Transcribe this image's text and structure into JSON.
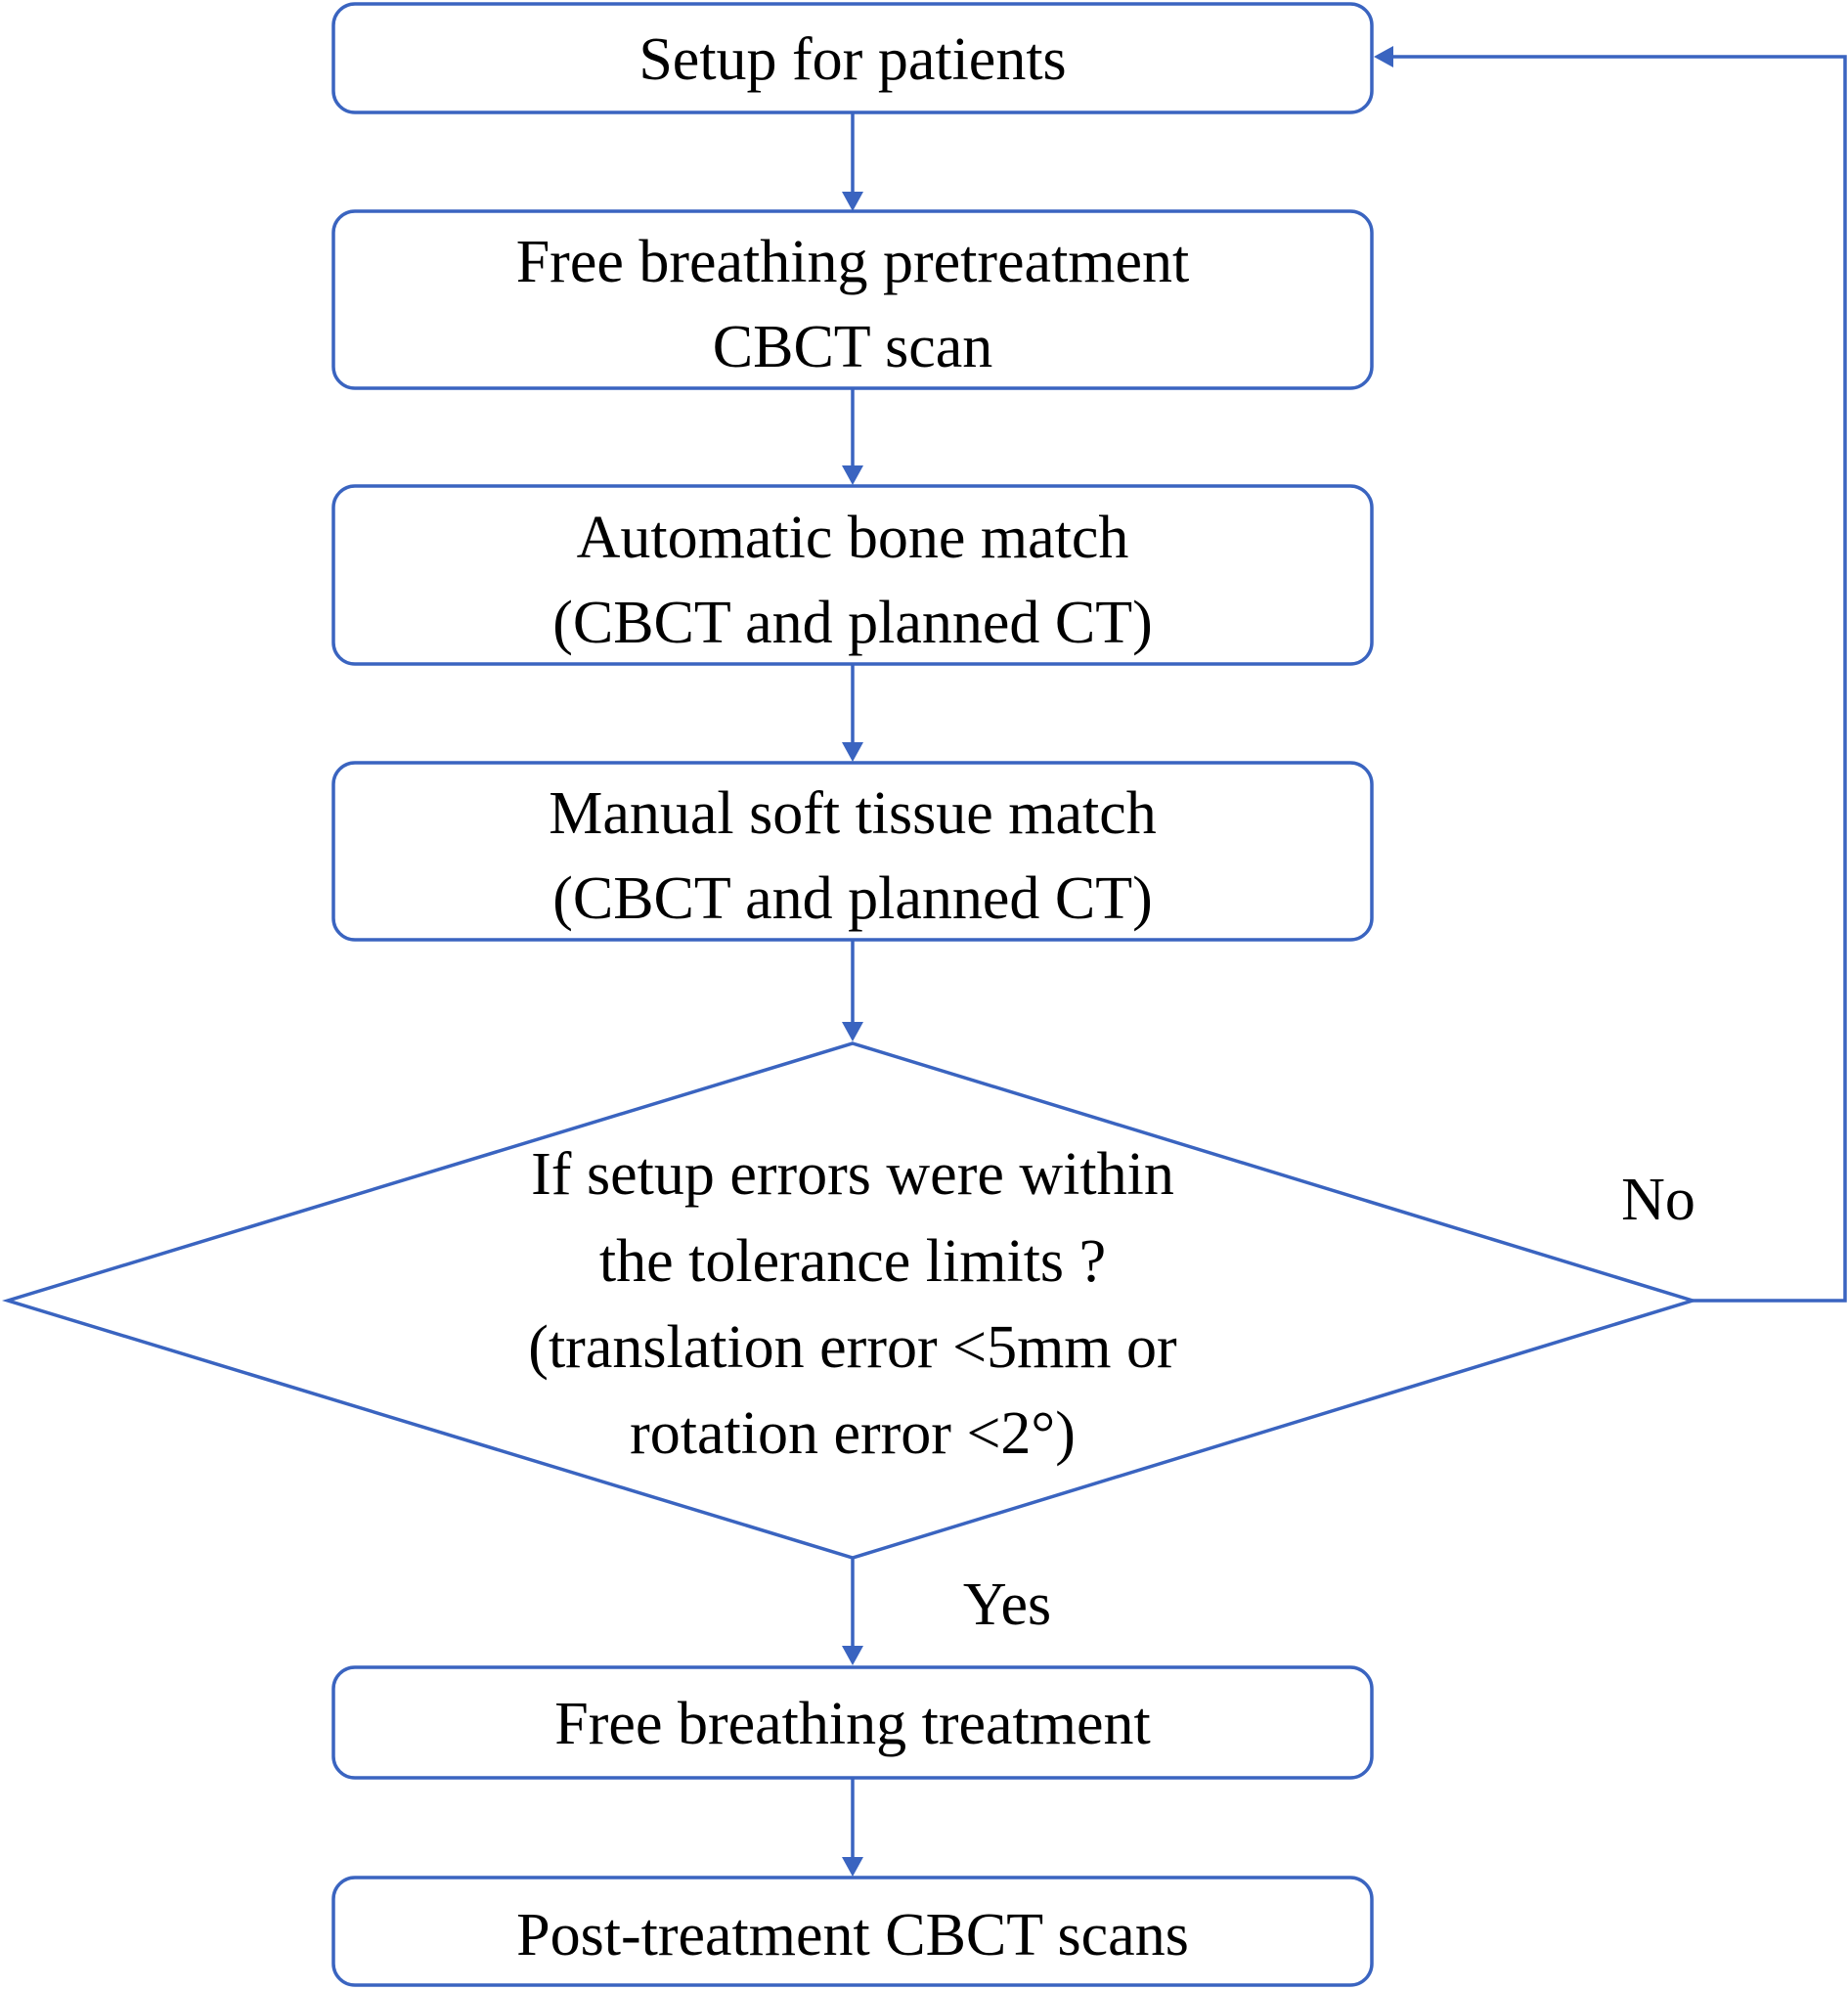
{
  "flowchart": {
    "steps": {
      "setup": {
        "label": "Setup for patients"
      },
      "pretreatment_scan": {
        "line1": "Free breathing pretreatment",
        "line2": "CBCT scan"
      },
      "bone_match": {
        "line1": "Automatic bone match",
        "line2": "(CBCT and planned CT)"
      },
      "soft_tissue_match": {
        "line1": "Manual soft tissue match",
        "line2": "(CBCT and planned CT)"
      },
      "decision": {
        "line1": "If setup errors were within",
        "line2": "the tolerance limits ?",
        "line3": "(translation error <5mm or",
        "line4": "rotation error  <2°)"
      },
      "treatment": {
        "label": "Free breathing treatment"
      },
      "post_scan": {
        "label": "Post-treatment CBCT scans"
      }
    },
    "branches": {
      "no_label": "No",
      "yes_label": "Yes"
    },
    "colors": {
      "stroke": "#3a64c0",
      "text": "#000000",
      "background": "#ffffff"
    }
  }
}
